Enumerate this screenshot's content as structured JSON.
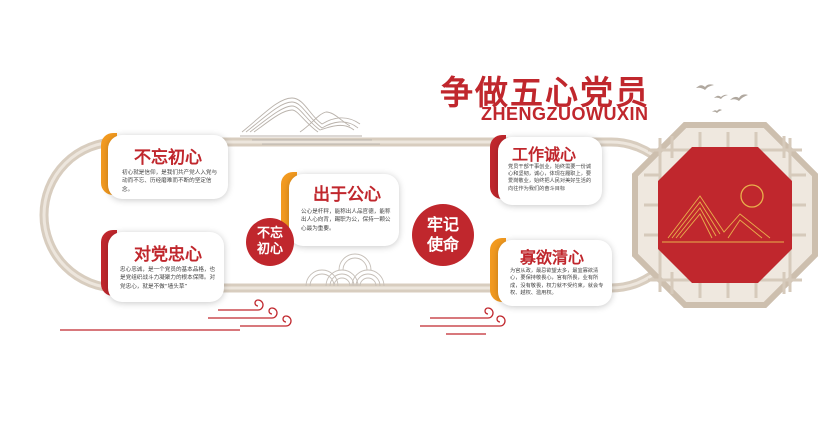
{
  "title": "争做五心党员",
  "pinyin": "ZHENGZUOWUXIN",
  "colors": {
    "accent": "#c0272d",
    "orange": "#f29a20",
    "path": "#d8cdbf",
    "window_frame": "#cdbfae"
  },
  "cards": [
    {
      "title": "不忘初心",
      "body": "初心就是信仰，是我们共产党人入党与动而不忘、历经磨难而不断的坚定信念。"
    },
    {
      "title": "对党忠心",
      "body": "忠心忠诚，是一个党员的基本品格，也是党组织战斗力凝聚力的根本保障。对党忠心，就是不做“墙头草”"
    },
    {
      "title": "出于公心",
      "body": "公心是杆秤，能称出人品官德，能称出人心向背，踢职为公，保持一颗公心最为重要。"
    },
    {
      "title": "工作诚心",
      "body": "党员干部干事创业，始终需要一份诚心和坚韧，诚心，体现在履职上，要爱岗敬业，始终把人民对美好生活的向往作为我们的奋斗目标"
    },
    {
      "title": "寡欲清心",
      "body": "为官从政，最忌欲望太多，最宜寡欲清心，要保持敬畏心，官有所畏，业有所成，没有敬畏，权力就不受约束，就会专权、越权、滥用权。"
    }
  ],
  "circles": [
    {
      "text1": "不忘",
      "text2": "初心"
    },
    {
      "text1": "牢记",
      "text2": "使命"
    }
  ],
  "icons": [
    "mountain-line-icon",
    "birds-icon",
    "wave-cloud-icon",
    "cloud-scroll-icon",
    "octagon-window-icon"
  ]
}
